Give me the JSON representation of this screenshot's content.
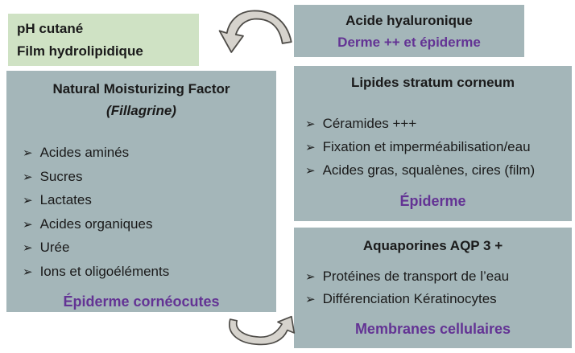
{
  "bullet_glyph": "➢",
  "colors": {
    "box_gray": "#a4b6b9",
    "box_green": "#cfe2c4",
    "accent_purple": "#633394",
    "text_black": "#1a1a1a",
    "arrow_fill": "#d6d3cd",
    "arrow_stroke": "#4e4c48"
  },
  "ph_box": {
    "line1": "pH cutané",
    "line2": "Film hydrolipidique"
  },
  "hyaluronic_box": {
    "title": "Acide hyaluronique",
    "subtitle": "Derme ++ et épiderme"
  },
  "nmf_box": {
    "title": "Natural Moisturizing Factor",
    "subtitle": "(Fillagrine)",
    "items": [
      "Acides aminés",
      "Sucres",
      "Lactates",
      "Acides organiques",
      "Urée",
      "Ions et oligoéléments"
    ],
    "footer": "Épiderme cornéocutes"
  },
  "lipids_box": {
    "title": "Lipides stratum corneum",
    "items": [
      "Céramides +++",
      "Fixation et imperméabilisation/eau",
      "Acides gras, squalènes, cires (film)"
    ],
    "footer": "Épiderme"
  },
  "aquaporins_box": {
    "title": "Aquaporines AQP 3 +",
    "items": [
      "Protéines de transport de l’eau",
      "Différenciation Kératinocytes"
    ],
    "footer": "Membranes cellulaires"
  }
}
